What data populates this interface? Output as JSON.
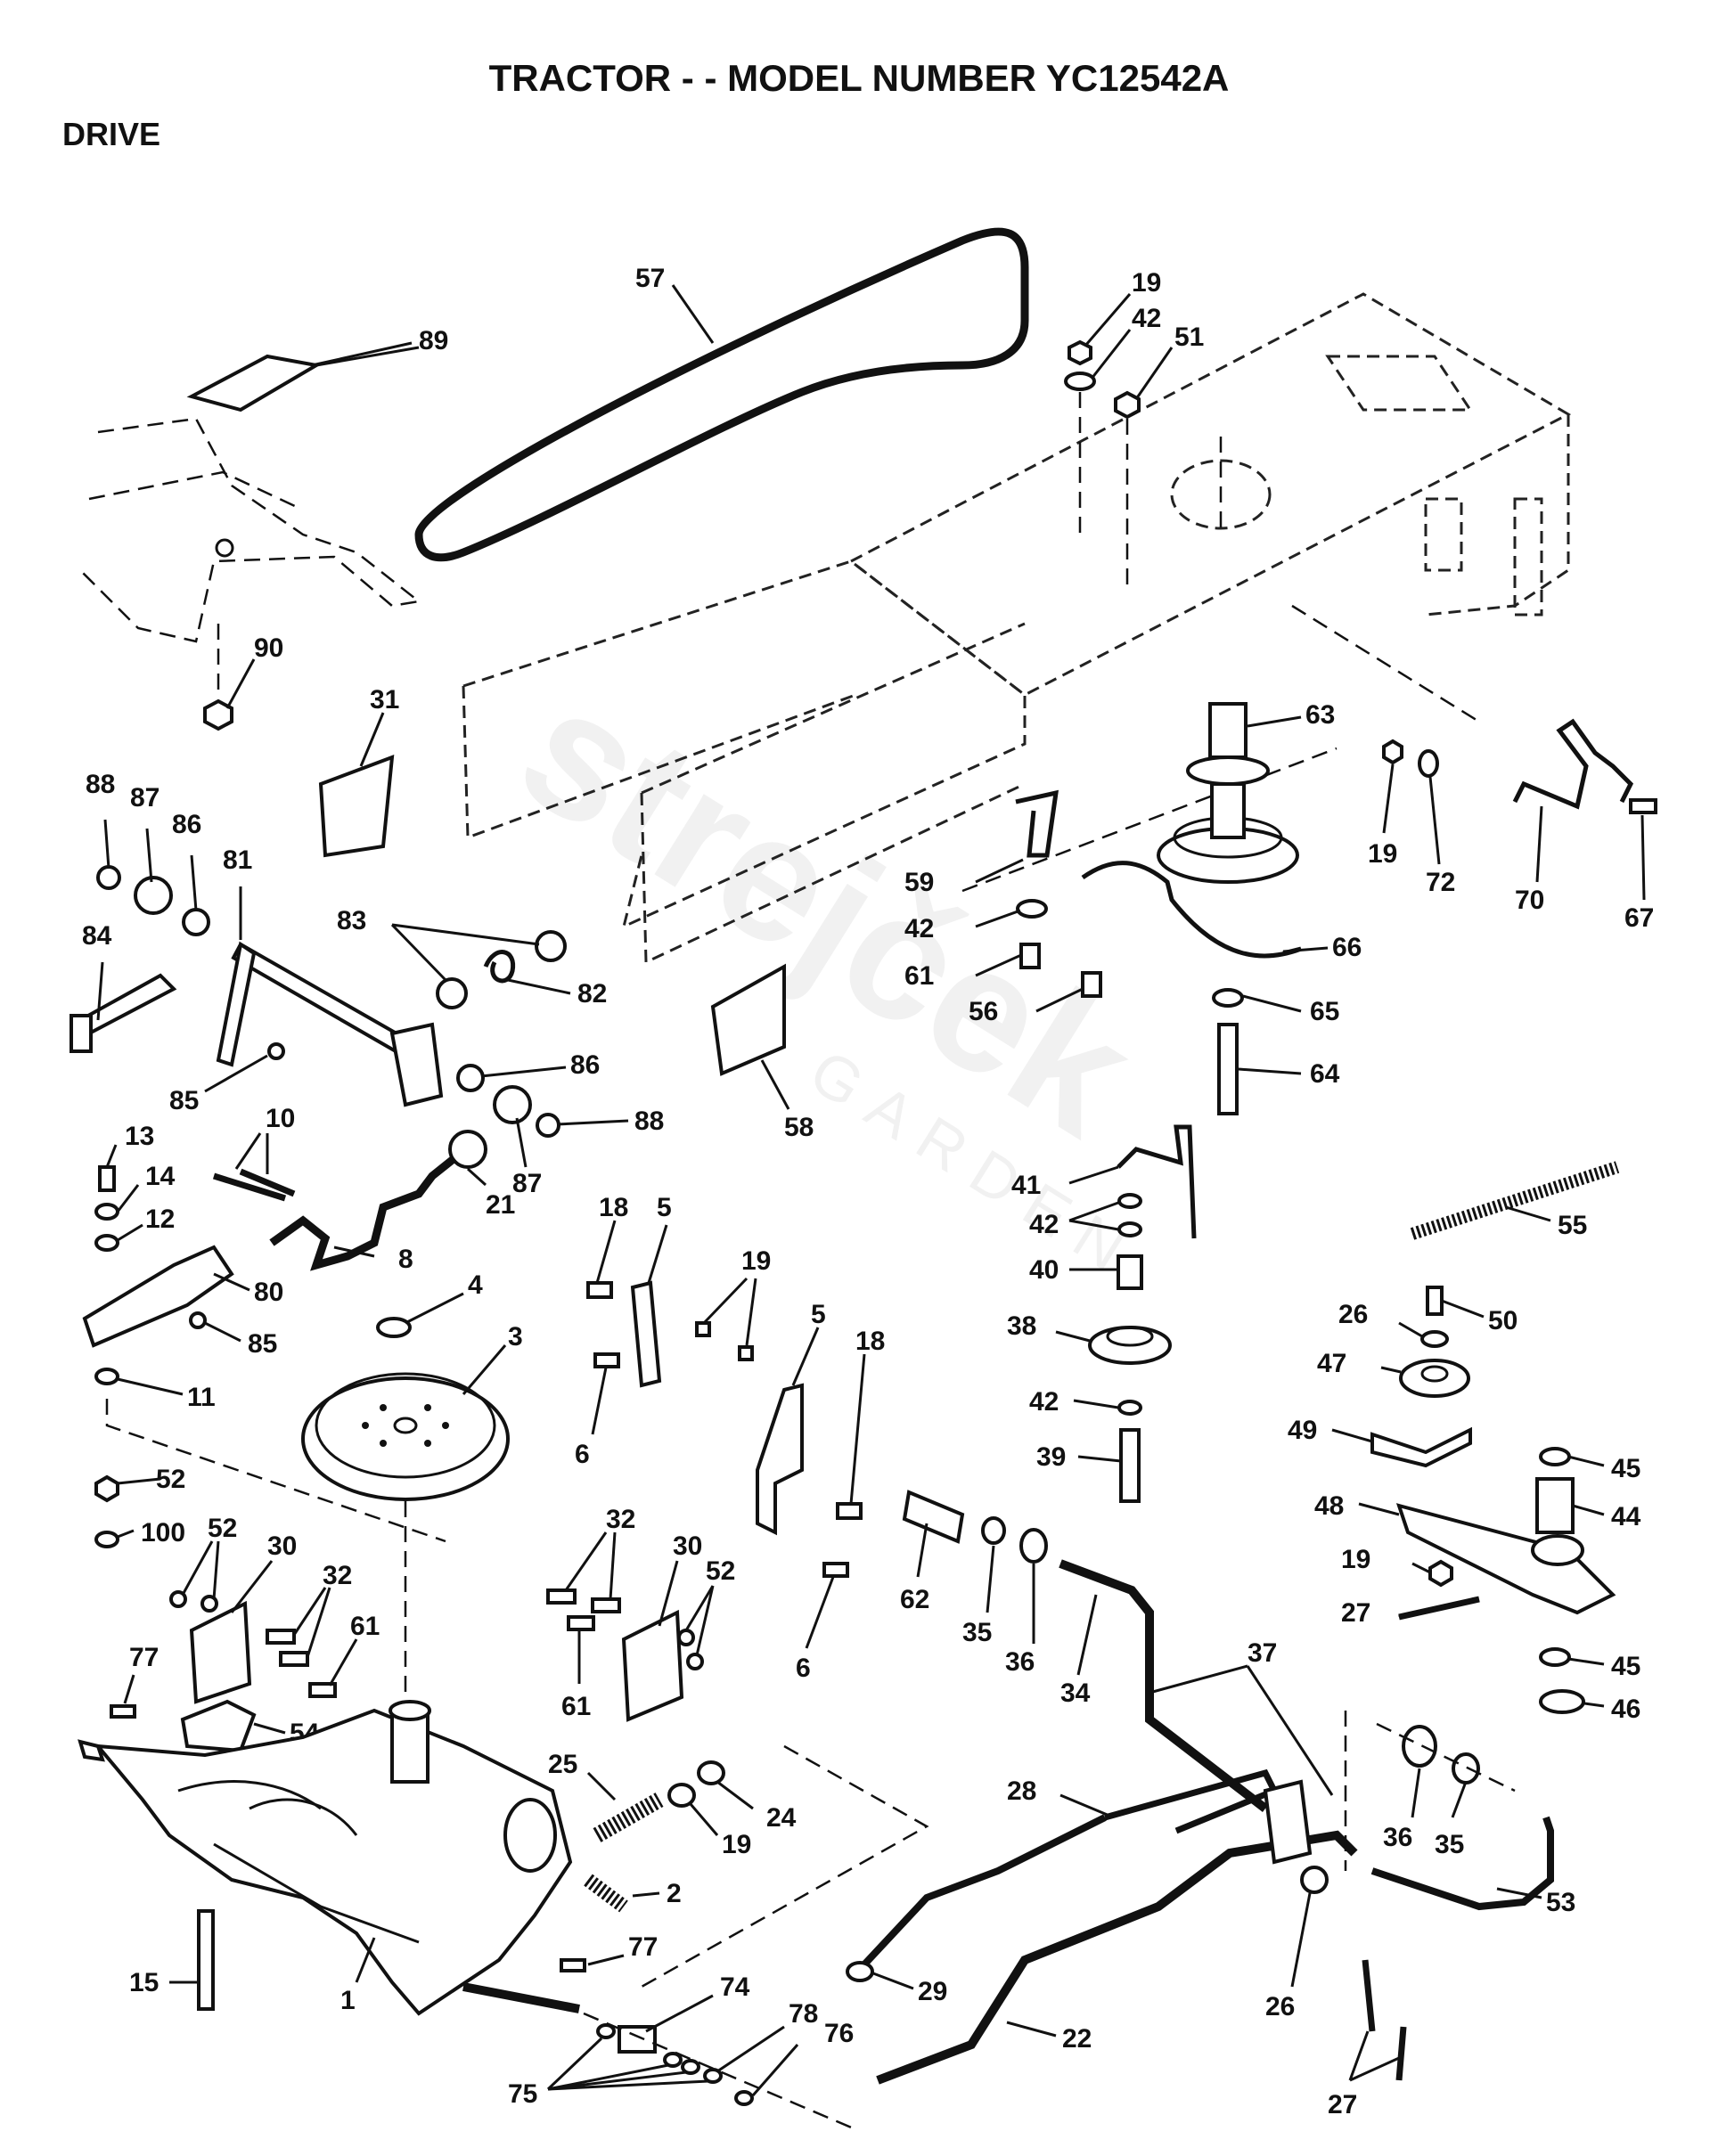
{
  "title": "TRACTOR - - MODEL NUMBER YC12542A",
  "section": "DRIVE",
  "watermark": {
    "brand": "strejček",
    "sub": "GARDEN"
  },
  "callouts": {
    "c57": "57",
    "c89": "89",
    "c19a": "19",
    "c42a": "42",
    "c51": "51",
    "c90": "90",
    "c31": "31",
    "c63": "63",
    "c88a": "88",
    "c87a": "87",
    "c86a": "86",
    "c81": "81",
    "c84": "84",
    "c83": "83",
    "c82": "82",
    "c85a": "85",
    "c86b": "86",
    "c87b": "87",
    "c88b": "88",
    "c59": "59",
    "c42b": "42",
    "c61a": "61",
    "c56": "56",
    "c66": "66",
    "c19b": "19",
    "c72": "72",
    "c70": "70",
    "c67": "67",
    "c65": "65",
    "c64": "64",
    "c58": "58",
    "c13": "13",
    "c14": "14",
    "c12": "12",
    "c10": "10",
    "c21": "21",
    "c8": "8",
    "c80": "80",
    "c85b": "85",
    "c11": "11",
    "c4": "4",
    "c3": "3",
    "c18a": "18",
    "c5a": "5",
    "c19c": "19",
    "c5b": "5",
    "c18b": "18",
    "c6a": "6",
    "c6b": "6",
    "c41": "41",
    "c42c": "42",
    "c40": "40",
    "c38": "38",
    "c42d": "42",
    "c39": "39",
    "c55": "55",
    "c26a": "26",
    "c50": "50",
    "c47": "47",
    "c49": "49",
    "c45a": "45",
    "c44": "44",
    "c48": "48",
    "c19d": "19",
    "c27a": "27",
    "c45b": "45",
    "c46": "46",
    "c52a": "52",
    "c100": "100",
    "c52b": "52",
    "c30a": "30",
    "c32a": "32",
    "c61b": "61",
    "c77a": "77",
    "c54": "54",
    "c32b": "32",
    "c30b": "30",
    "c52c": "52",
    "c61c": "61",
    "c62": "62",
    "c35a": "35",
    "c36a": "36",
    "c34": "34",
    "c37": "37",
    "c25": "25",
    "c19e": "19",
    "c24": "24",
    "c2": "2",
    "c28": "28",
    "c36b": "36",
    "c35b": "35",
    "c53": "53",
    "c29": "29",
    "c26b": "26",
    "c15": "15",
    "c1": "1",
    "c77b": "77",
    "c74": "74",
    "c78": "78",
    "c76": "76",
    "c75": "75",
    "c22": "22",
    "c27b": "27"
  }
}
